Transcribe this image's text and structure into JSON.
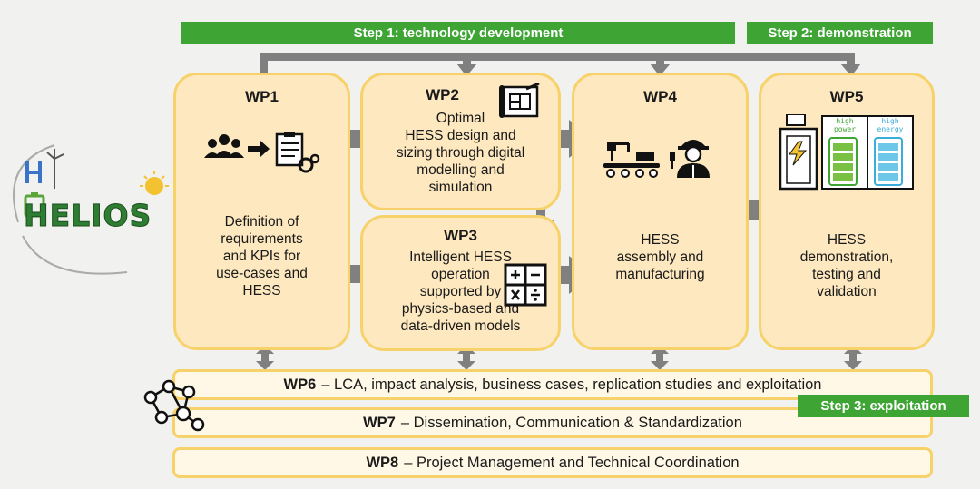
{
  "steps": {
    "step1": "Step 1: technology development",
    "step2": "Step 2: demonstration",
    "step3": "Step 3: exploitation"
  },
  "logo": {
    "text": "HELIOS"
  },
  "wp1": {
    "title": "WP1",
    "text": "Definition of\nrequirements\nand KPIs for\nuse-cases and\nHESS"
  },
  "wp2": {
    "title": "WP2",
    "text": "Optimal\nHESS design and\nsizing through digital\nmodelling and\nsimulation"
  },
  "wp3": {
    "title": "WP3",
    "text": "Intelligent HESS\noperation\nsupported by\nphysics-based and\ndata-driven models"
  },
  "wp4": {
    "title": "WP4",
    "text": "HESS\nassembly and\nmanufacturing"
  },
  "wp5": {
    "title": "WP5",
    "text": "HESS\ndemonstration,\ntesting and\nvalidation",
    "battery_high_power": "high\npower",
    "battery_high_energy": "high\nenergy"
  },
  "bars": {
    "wp6": {
      "label": "WP6",
      "text": "– LCA, impact analysis, business cases, replication studies and exploitation"
    },
    "wp7": {
      "label": "WP7",
      "text": "– Dissemination, Communication & Standardization"
    },
    "wp8": {
      "label": "WP8",
      "text": "– Project Management and Technical Coordination"
    }
  },
  "colors": {
    "step_green": "#3ea535",
    "box_fill": "#fde8bf",
    "box_border": "#f7d26b",
    "arrow_gray": "#808080"
  }
}
